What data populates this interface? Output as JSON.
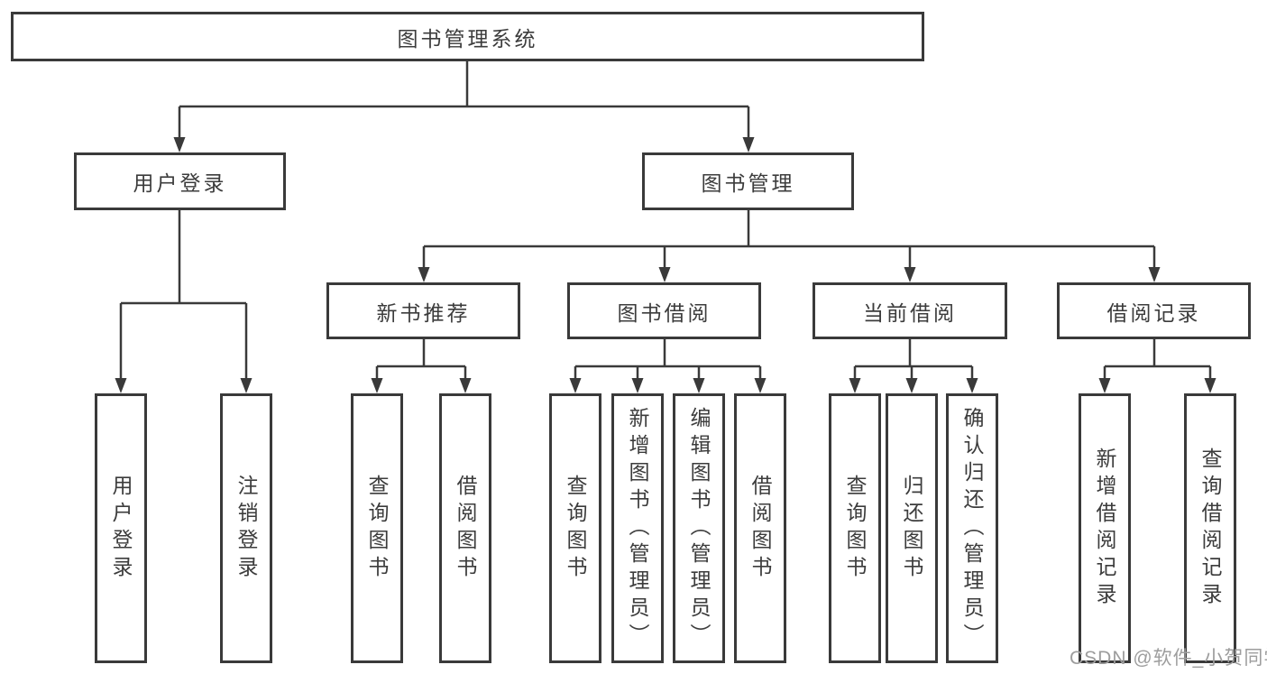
{
  "tree": {
    "root": {
      "label": "图书管理系统"
    },
    "branches": [
      {
        "label": "用户登录",
        "children": [
          {
            "label": "用户登录"
          },
          {
            "label": "注销登录"
          }
        ]
      },
      {
        "label": "图书管理",
        "children": [
          {
            "label": "新书推荐",
            "children": [
              {
                "label": "查询图书"
              },
              {
                "label": "借阅图书"
              }
            ]
          },
          {
            "label": "图书借阅",
            "children": [
              {
                "label": "查询图书"
              },
              {
                "label": "新增图书（管理员）"
              },
              {
                "label": "编辑图书（管理员）"
              },
              {
                "label": "借阅图书"
              }
            ]
          },
          {
            "label": "当前借阅",
            "children": [
              {
                "label": "查询图书"
              },
              {
                "label": "归还图书"
              },
              {
                "label": "确认归还（管理员）"
              }
            ]
          },
          {
            "label": "借阅记录",
            "children": [
              {
                "label": "新增借阅记录"
              },
              {
                "label": "查询借阅记录"
              }
            ]
          }
        ]
      }
    ]
  },
  "watermark": {
    "text": "CSDN @软件_小贺同学"
  },
  "colors": {
    "line": "#3a3a3a",
    "node_text": "#3c3c3c",
    "watermark": "#9d9d9d",
    "background": "#ffffff"
  }
}
